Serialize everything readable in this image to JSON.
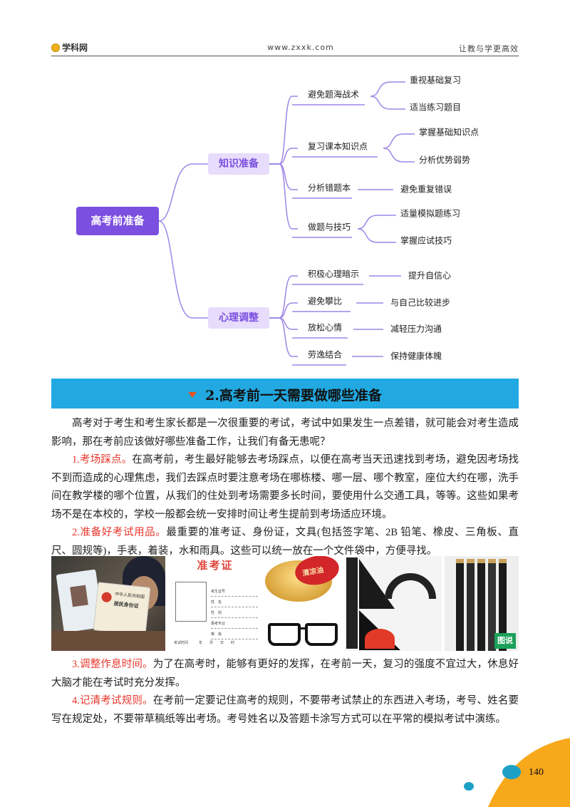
{
  "header": {
    "logo_text": "学科网",
    "url": "www.zxxk.com",
    "slogan": "让教与学更高效"
  },
  "mindmap": {
    "root": "高考前准备",
    "branches": [
      {
        "label": "知识准备",
        "children": [
          {
            "label": "避免题海战术",
            "leaves": [
              "重视基础复习",
              "适当练习题目"
            ]
          },
          {
            "label": "复习课本知识点",
            "leaves": [
              "掌握基础知识点",
              "分析优势弱势"
            ]
          },
          {
            "label": "分析错题本",
            "leaves": [
              "避免重复错误"
            ]
          },
          {
            "label": "做题与技巧",
            "leaves": [
              "适量模拟题练习",
              "掌握应试技巧"
            ]
          }
        ]
      },
      {
        "label": "心理调整",
        "children": [
          {
            "label": "积极心理暗示",
            "leaves": [
              "提升自信心"
            ]
          },
          {
            "label": "避免攀比",
            "leaves": [
              "与自己比较进步"
            ]
          },
          {
            "label": "放松心情",
            "leaves": [
              "减轻压力沟通"
            ]
          },
          {
            "label": "劳逸结合",
            "leaves": [
              "保持健康体魄"
            ]
          }
        ]
      }
    ]
  },
  "section_title": "2.高考前一天需要做哪些准备",
  "intro": "高考对于考生和考生家长都是一次很重要的考试，考试中如果发生一点差错，就可能会对考生造成影响，那在考前应该做好哪些准备工作，让我们有备无患呢？",
  "items": [
    {
      "head": "1.考场踩点。",
      "body": "在高考前，考生最好能够去考场踩点，以便在高考当天迅速找到考场，避免因考场找不到而造成的心理焦虑，我们去踩点时要注意考场在哪栋楼、哪一层、哪个教室，座位大约在哪，洗手间在教学楼的哪个位置，从我们的住处到考场需要多长时间，要使用什么交通工具，等等。这些如果考场不是在本校的，学校一般都会统一安排时间让考生提前到考场适应环境。"
    },
    {
      "head": "2.准备好考试用品。",
      "body": "最重要的准考证、身份证，文具(包括签字笔、2B 铅笔、橡皮、三角板、直尺、圆规等)，手表，着装，水和雨具。这些可以统一放在一个文件袋中，方便寻找。"
    },
    {
      "head": "3.调整作息时间。",
      "body": "为了在高考时，能够有更好的发挥，在考前一天，复习的强度不宜过大，休息好大脑才能在考试时充分发挥。"
    },
    {
      "head": "4.记清考试规则。",
      "body": "在考前一定要记住高考的规则，不要带考试禁止的东西进入考场，考号、姓名要写在规定处，不要带草稿纸等出考场。考号姓名以及答题卡涂写方式可以在平常的模拟考试中演练。"
    }
  ],
  "photos": {
    "id_card_title": "中华人民共和国",
    "id_card_sub": "居民身份证",
    "admission_title": "准考证",
    "admission_fields": [
      "考生证号",
      "姓　名",
      "性　别",
      "报考专业",
      "等　级"
    ],
    "admission_footer": "考试时间　　　年　　月　　日　　时",
    "balm_label": "清凉油",
    "watermark": "图说"
  },
  "page_number": "140",
  "colors": {
    "accent": "#22a9e2",
    "root": "#7b4fe0",
    "branch_bg": "#e7dcfb",
    "branch_text": "#7b4fe0",
    "highlight": "#e8362c",
    "corner": "#f7a81b"
  }
}
